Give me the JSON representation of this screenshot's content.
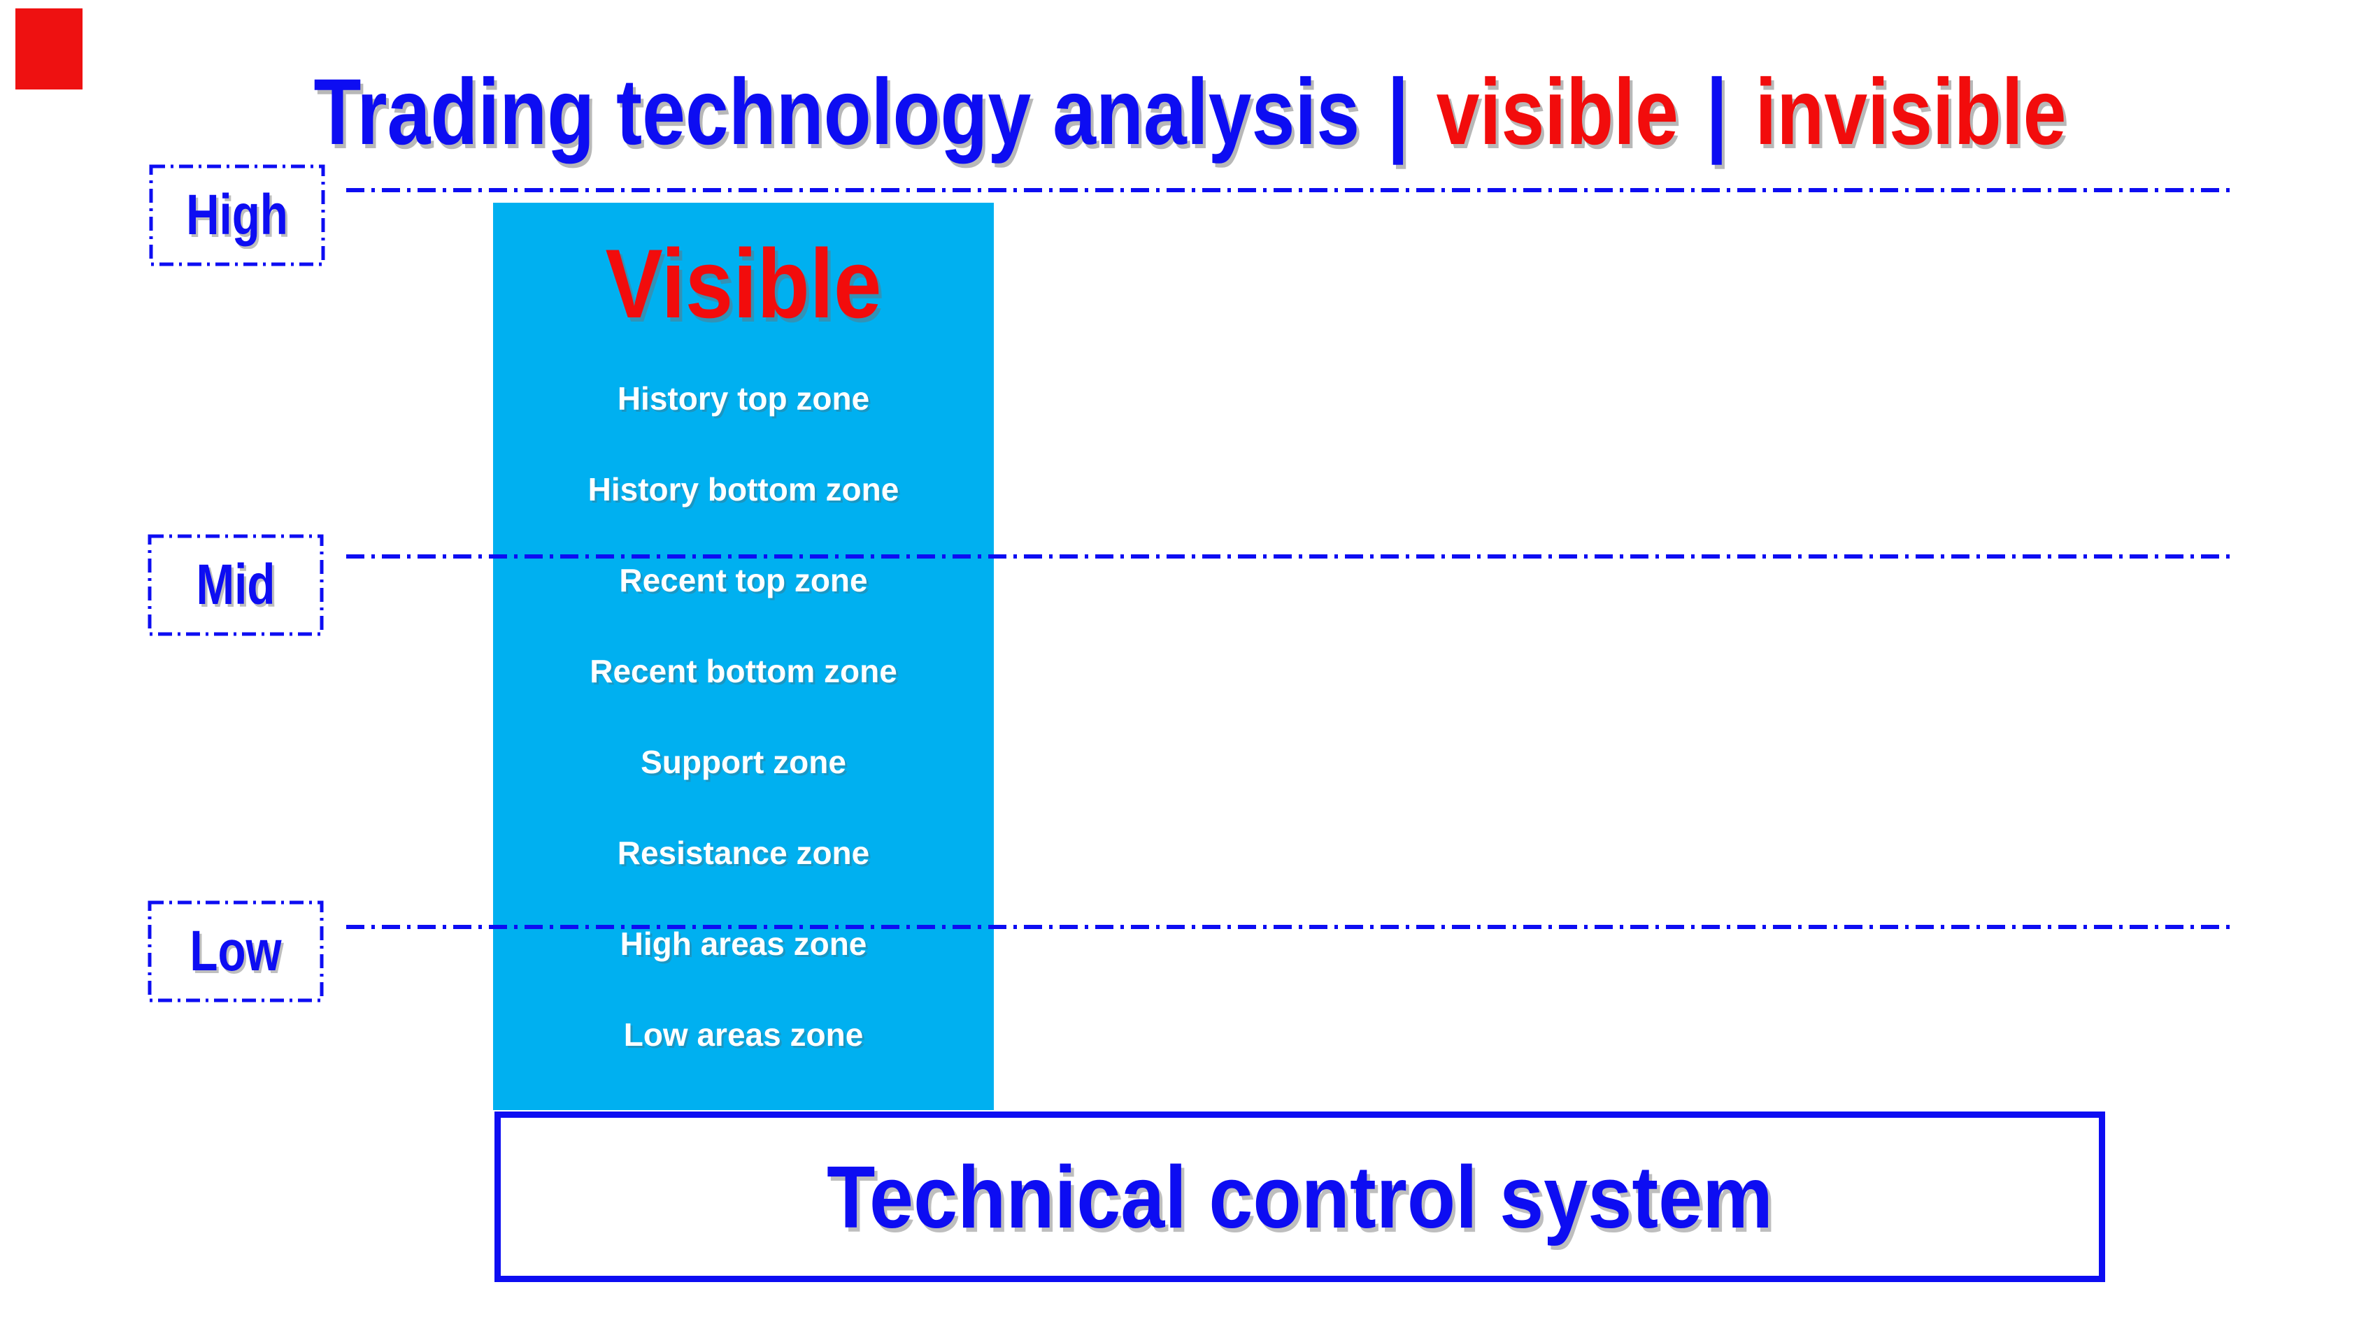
{
  "title": {
    "part1": "Trading technology analysis",
    "sep1": "|",
    "part2": "visible",
    "sep2": "|",
    "part3": "invisible"
  },
  "levels": [
    {
      "label": "High"
    },
    {
      "label": "Mid"
    },
    {
      "label": "Low"
    }
  ],
  "visible_panel": {
    "heading": "Visible",
    "items": [
      "History top zone",
      "History bottom zone",
      "Recent top zone",
      "Recent bottom zone",
      "Support zone",
      "Resistance zone",
      "High areas zone",
      "Low areas zone"
    ]
  },
  "footer": {
    "label": "Technical control system"
  },
  "colors": {
    "blue": "#0d0df2",
    "cyan": "#00b0f0",
    "red": "#f20c0c",
    "white": "#ffffff"
  }
}
